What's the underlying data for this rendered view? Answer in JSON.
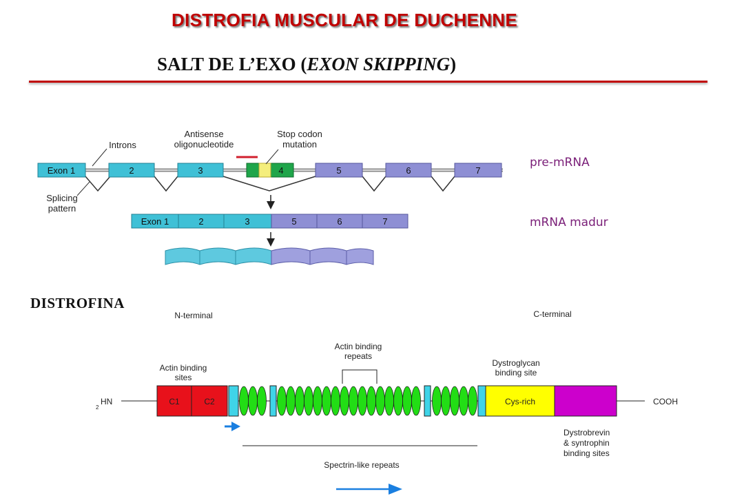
{
  "header": {
    "title": "DISTROFIA MUSCULAR DE DUCHENNE",
    "subtitle_prefix": "SALT DE L’EXO (",
    "subtitle_italic": "EXON SKIPPING",
    "subtitle_suffix": ")"
  },
  "splicing": {
    "labels": {
      "introns": "Introns",
      "antisense_line1": "Antisense",
      "antisense_line2": "oligonucleotide",
      "stop_line1": "Stop codon",
      "stop_line2": "mutation",
      "splicing_line1": "Splicing",
      "splicing_line2": "pattern"
    },
    "pre_mrna_exons": [
      "Exon 1",
      "2",
      "3",
      "4",
      "5",
      "6",
      "7"
    ],
    "mature_exons": [
      "Exon 1",
      "2",
      "3",
      "5",
      "6",
      "7"
    ],
    "pre_mrna_label": "pre-mRNA",
    "mature_label": "mRNA madur",
    "colors": {
      "cyan_exon": "#3fc0d6",
      "purple_exon": "#8e8fd4",
      "green_exon": "#1fa54a",
      "yellow_mutation": "#f4ee7c",
      "antisense_bar": "#d11f2d"
    }
  },
  "dystrophin": {
    "section_title": "DISTROFINA",
    "n_terminal": "N-terminal",
    "c_terminal": "C-terminal",
    "nh2": "HN",
    "nh2_sub": "2",
    "cooh": "COOH",
    "actin_binding_sites_line1": "Actin binding",
    "actin_binding_sites_line2": "sites",
    "actin_binding_repeats_line1": "Actin binding",
    "actin_binding_repeats_line2": "repeats",
    "dystroglycan_line1": "Dystroglycan",
    "dystroglycan_line2": "binding site",
    "dystrobrevin_line1": "Dystrobrevin",
    "dystrobrevin_line2": "& syntrophin",
    "dystrobrevin_line3": "binding sites",
    "spectrin_repeats": "Spectrin-like repeats",
    "domains": [
      "C1",
      "C2",
      "Cys-rich"
    ],
    "colors": {
      "c_domain": "#e8111b",
      "spectrin": "#22dd15",
      "hinge": "#3fd4e8",
      "cys_rich": "#ffff00",
      "c_terminal": "#cc00cc",
      "arrow": "#1a7fe0"
    }
  }
}
